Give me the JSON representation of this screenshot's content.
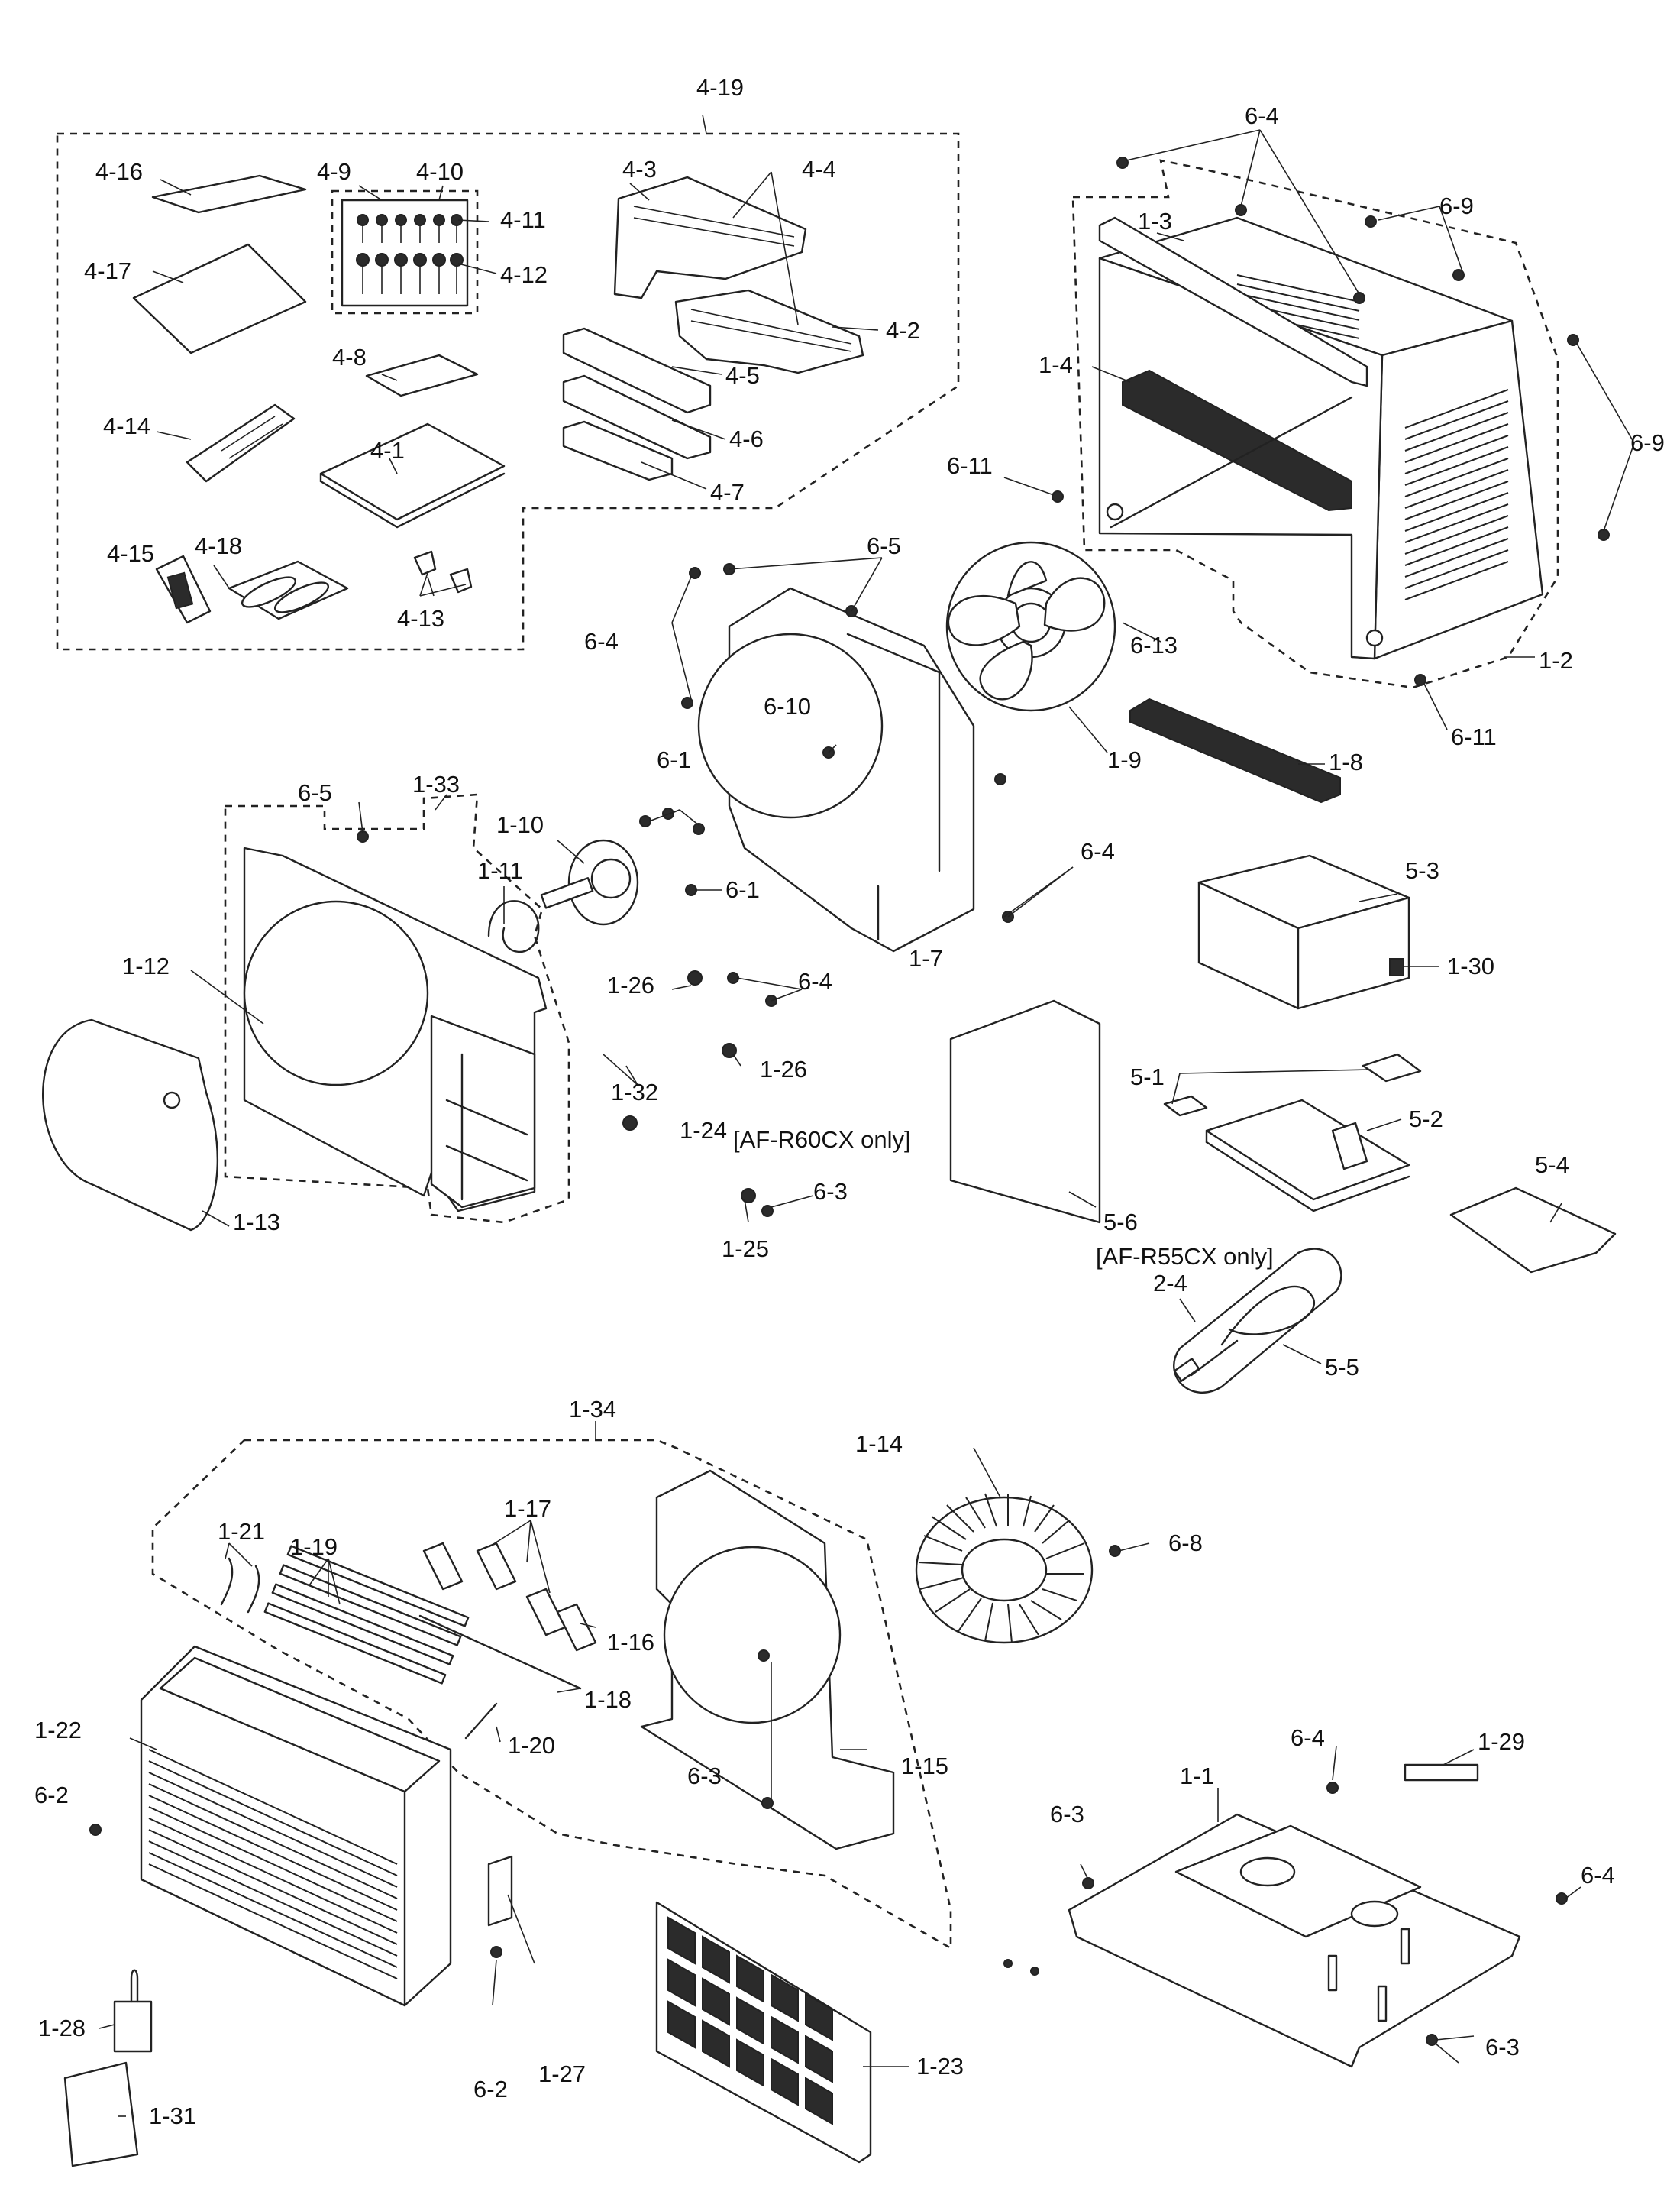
{
  "labels": [
    {
      "id": "4-19",
      "text": "4-19"
    },
    {
      "id": "4-16",
      "text": "4-16"
    },
    {
      "id": "4-9",
      "text": "4-9"
    },
    {
      "id": "4-10",
      "text": "4-10"
    },
    {
      "id": "4-11",
      "text": "4-11"
    },
    {
      "id": "4-12",
      "text": "4-12"
    },
    {
      "id": "4-17",
      "text": "4-17"
    },
    {
      "id": "4-3",
      "text": "4-3"
    },
    {
      "id": "4-4",
      "text": "4-4"
    },
    {
      "id": "4-2",
      "text": "4-2"
    },
    {
      "id": "4-8",
      "text": "4-8"
    },
    {
      "id": "4-5",
      "text": "4-5"
    },
    {
      "id": "4-6",
      "text": "4-6"
    },
    {
      "id": "4-7",
      "text": "4-7"
    },
    {
      "id": "4-14",
      "text": "4-14"
    },
    {
      "id": "4-1",
      "text": "4-1"
    },
    {
      "id": "4-15",
      "text": "4-15"
    },
    {
      "id": "4-18",
      "text": "4-18"
    },
    {
      "id": "4-13",
      "text": "4-13"
    },
    {
      "id": "6-4a",
      "text": "6-4"
    },
    {
      "id": "6-9a",
      "text": "6-9"
    },
    {
      "id": "6-9b",
      "text": "6-9"
    },
    {
      "id": "1-3",
      "text": "1-3"
    },
    {
      "id": "1-4",
      "text": "1-4"
    },
    {
      "id": "6-11a",
      "text": "6-11"
    },
    {
      "id": "6-11b",
      "text": "6-11"
    },
    {
      "id": "1-2",
      "text": "1-2"
    },
    {
      "id": "6-5a",
      "text": "6-5"
    },
    {
      "id": "6-4b",
      "text": "6-4"
    },
    {
      "id": "6-13",
      "text": "6-13"
    },
    {
      "id": "6-10",
      "text": "6-10"
    },
    {
      "id": "1-9",
      "text": "1-9"
    },
    {
      "id": "1-8",
      "text": "1-8"
    },
    {
      "id": "6-1a",
      "text": "6-1"
    },
    {
      "id": "6-1b",
      "text": "6-1"
    },
    {
      "id": "1-33",
      "text": "1-33"
    },
    {
      "id": "6-5b",
      "text": "6-5"
    },
    {
      "id": "1-10",
      "text": "1-10"
    },
    {
      "id": "1-11",
      "text": "1-11"
    },
    {
      "id": "6-4c",
      "text": "6-4"
    },
    {
      "id": "1-7",
      "text": "1-7"
    },
    {
      "id": "5-3",
      "text": "5-3"
    },
    {
      "id": "1-30",
      "text": "1-30"
    },
    {
      "id": "1-12",
      "text": "1-12"
    },
    {
      "id": "1-26a",
      "text": "1-26"
    },
    {
      "id": "6-4d",
      "text": "6-4"
    },
    {
      "id": "1-32",
      "text": "1-32"
    },
    {
      "id": "1-26b",
      "text": "1-26"
    },
    {
      "id": "1-24",
      "text": "1-24"
    },
    {
      "id": "5-1",
      "text": "5-1"
    },
    {
      "id": "5-2",
      "text": "5-2"
    },
    {
      "id": "5-6",
      "text": "5-6"
    },
    {
      "id": "5-4",
      "text": "5-4"
    },
    {
      "id": "6-3a",
      "text": "6-3"
    },
    {
      "id": "1-25",
      "text": "1-25"
    },
    {
      "id": "1-13",
      "text": "1-13"
    },
    {
      "id": "2-4",
      "text": "2-4"
    },
    {
      "id": "5-5",
      "text": "5-5"
    },
    {
      "id": "1-34",
      "text": "1-34"
    },
    {
      "id": "1-14",
      "text": "1-14"
    },
    {
      "id": "6-8",
      "text": "6-8"
    },
    {
      "id": "1-21",
      "text": "1-21"
    },
    {
      "id": "1-19",
      "text": "1-19"
    },
    {
      "id": "1-17",
      "text": "1-17"
    },
    {
      "id": "1-16",
      "text": "1-16"
    },
    {
      "id": "1-18",
      "text": "1-18"
    },
    {
      "id": "1-22",
      "text": "1-22"
    },
    {
      "id": "1-20",
      "text": "1-20"
    },
    {
      "id": "6-2a",
      "text": "6-2"
    },
    {
      "id": "6-3b",
      "text": "6-3"
    },
    {
      "id": "1-15",
      "text": "1-15"
    },
    {
      "id": "6-4e",
      "text": "6-4"
    },
    {
      "id": "1-29",
      "text": "1-29"
    },
    {
      "id": "1-1",
      "text": "1-1"
    },
    {
      "id": "6-3c",
      "text": "6-3"
    },
    {
      "id": "6-4f",
      "text": "6-4"
    },
    {
      "id": "1-28",
      "text": "1-28"
    },
    {
      "id": "1-27",
      "text": "1-27"
    },
    {
      "id": "6-2b",
      "text": "6-2"
    },
    {
      "id": "1-31",
      "text": "1-31"
    },
    {
      "id": "1-23",
      "text": "1-23"
    },
    {
      "id": "6-3d",
      "text": "6-3"
    }
  ],
  "notes": {
    "af_r60cx": "[AF-R60CX only]",
    "af_r55cx": "[AF-R55CX only]"
  }
}
